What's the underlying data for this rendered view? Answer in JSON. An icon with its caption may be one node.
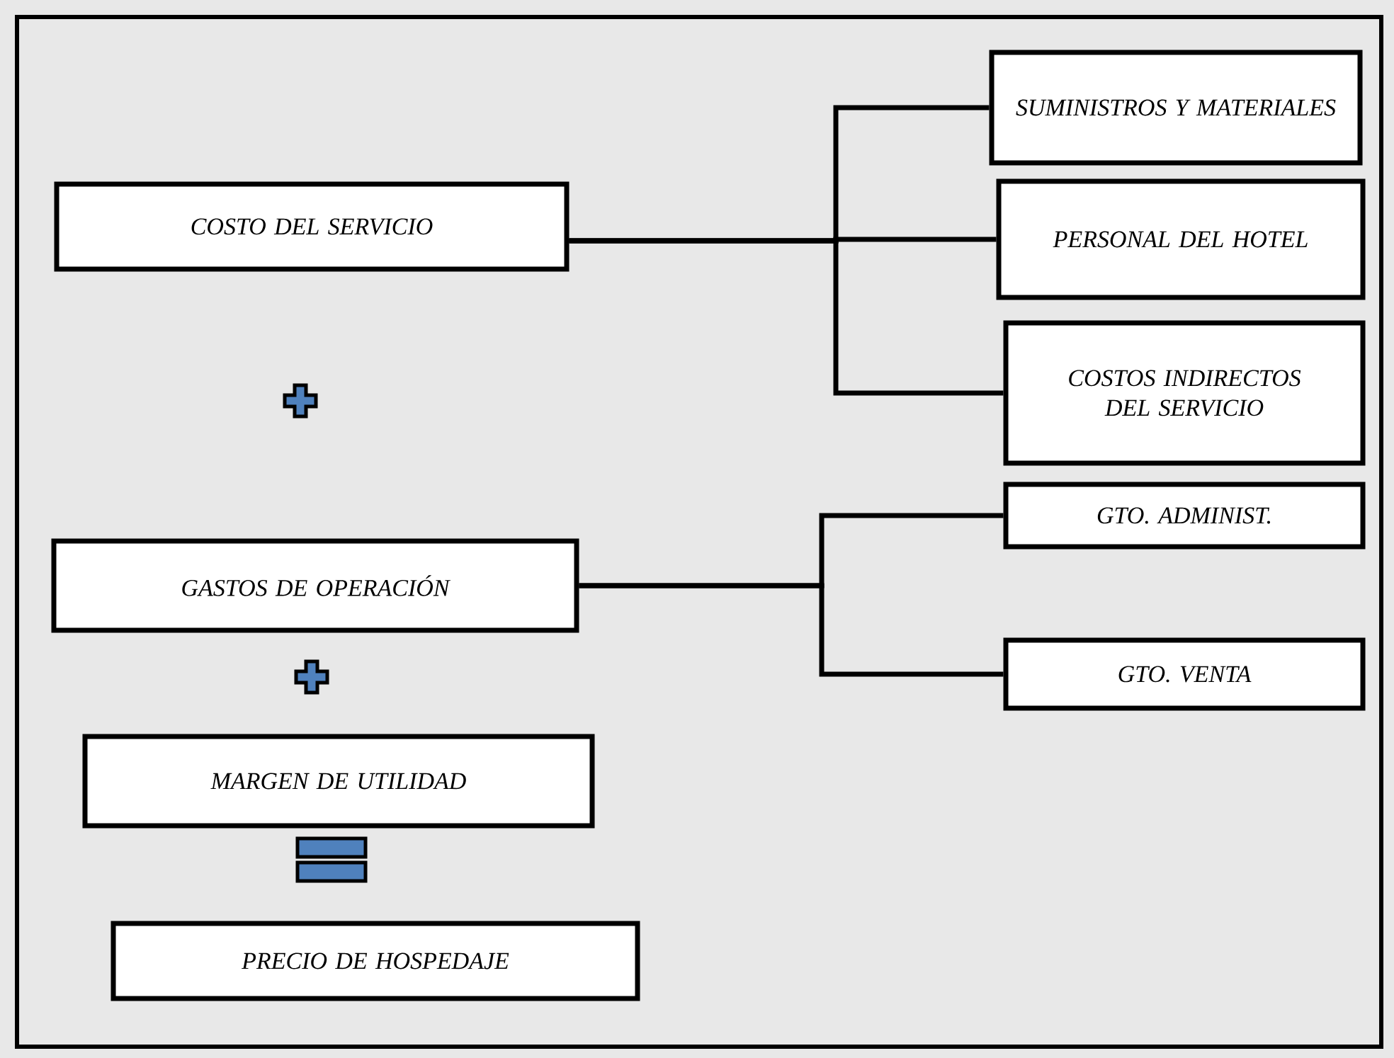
{
  "diagram": {
    "nodes": [
      {
        "text": [
          "COSTO DEL SERVICIO"
        ]
      },
      {
        "text": [
          "SUMINISTROS Y MATERIALES"
        ]
      },
      {
        "text": [
          "PERSONAL DEL HOTEL"
        ]
      },
      {
        "text": [
          "COSTOS INDIRECTOS DEL SERVICIO"
        ]
      },
      {
        "text": [
          "GASTOS DE OPERACIÓN"
        ]
      },
      {
        "text": [
          "GTO. ADMINIST."
        ]
      },
      {
        "text": [
          "GTO. VENTA"
        ]
      },
      {
        "text": [
          "MARGEN DE UTILIDAD"
        ]
      },
      {
        "text": [
          "PRECIO DE HOSPEDAJE"
        ]
      }
    ],
    "edges": [
      {
        "from": 0,
        "to": 1,
        "arrow": "none"
      },
      {
        "from": 0,
        "to": 2,
        "arrow": "none"
      },
      {
        "from": 0,
        "to": 3,
        "arrow": "none"
      },
      {
        "from": 4,
        "to": 5,
        "arrow": "none"
      },
      {
        "from": 4,
        "to": 6,
        "arrow": "none"
      }
    ]
  }
}
